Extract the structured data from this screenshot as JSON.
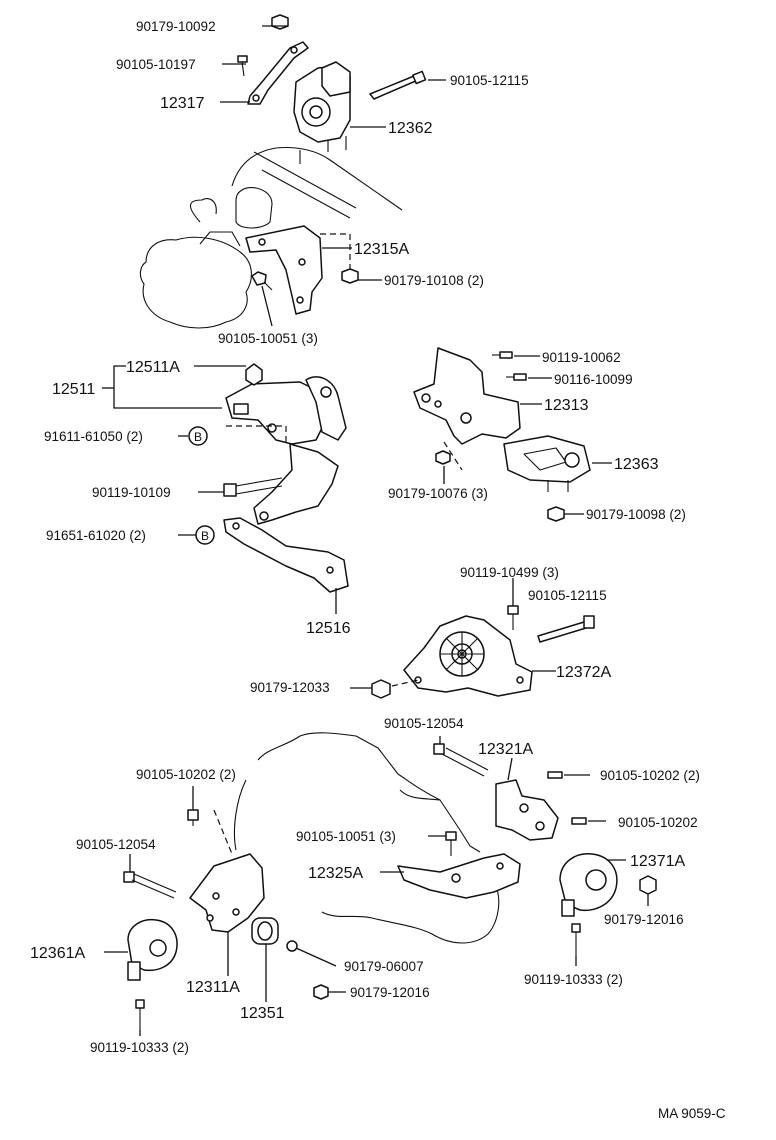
{
  "diagram": {
    "code": "MA 9059-C",
    "callouts": {
      "c01": "90179-10092",
      "c02": "90105-10197",
      "c03": "90105-12115",
      "c04": "12317",
      "c05": "12362",
      "c06": "12315A",
      "c07": "90179-10108 (2)",
      "c08": "90105-10051 (3)",
      "c09": "12511A",
      "c10": "12511",
      "c11": "91611-61050 (2)",
      "c12": "90119-10109",
      "c13": "91651-61020 (2)",
      "c14": "12516",
      "c15": "90119-10062",
      "c16": "90116-10099",
      "c17": "12313",
      "c18": "12363",
      "c19": "90179-10076 (3)",
      "c20": "90179-10098 (2)",
      "c21": "90119-10499 (3)",
      "c22": "90105-12115",
      "c23": "12372A",
      "c24": "90179-12033",
      "c25": "90105-12054",
      "c26": "12321A",
      "c27": "90105-10202 (2)",
      "c28": "90105-10202 (2)",
      "c29": "90105-10202",
      "c30": "90105-10051 (3)",
      "c31": "90105-12054",
      "c32": "12325A",
      "c33": "12371A",
      "c34": "90179-12016",
      "c35": "12361A",
      "c36": "12311A",
      "c37": "12351",
      "c38": "90179-06007",
      "c39": "90179-12016",
      "c40": "90119-10333 (2)",
      "c41": "90119-10333 (2)"
    },
    "markers": {
      "m1": "B",
      "m2": "B"
    }
  }
}
